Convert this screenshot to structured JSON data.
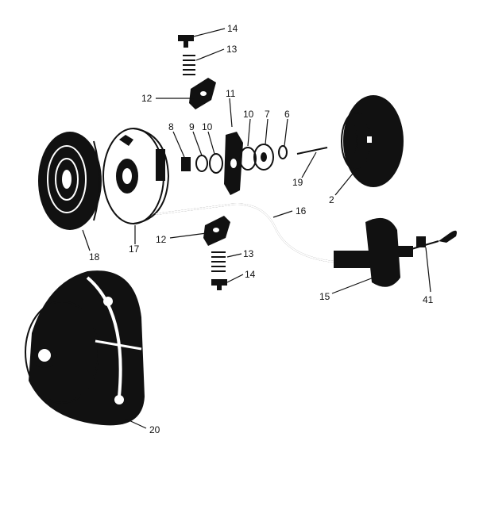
{
  "callouts": [
    {
      "id": "c14a",
      "text": "14"
    },
    {
      "id": "c13a",
      "text": "13"
    },
    {
      "id": "c12a",
      "text": "12"
    },
    {
      "id": "c11",
      "text": "11"
    },
    {
      "id": "c8",
      "text": "8"
    },
    {
      "id": "c9",
      "text": "9"
    },
    {
      "id": "c10a",
      "text": "10"
    },
    {
      "id": "c10b",
      "text": "10"
    },
    {
      "id": "c7",
      "text": "7"
    },
    {
      "id": "c6",
      "text": "6"
    },
    {
      "id": "c19",
      "text": "19"
    },
    {
      "id": "c2",
      "text": "2"
    },
    {
      "id": "c16",
      "text": "16"
    },
    {
      "id": "c18",
      "text": "18"
    },
    {
      "id": "c17",
      "text": "17"
    },
    {
      "id": "c12b",
      "text": "12"
    },
    {
      "id": "c13b",
      "text": "13"
    },
    {
      "id": "c14b",
      "text": "14"
    },
    {
      "id": "c15",
      "text": "15"
    },
    {
      "id": "c41",
      "text": "41"
    },
    {
      "id": "c20",
      "text": "20"
    }
  ]
}
